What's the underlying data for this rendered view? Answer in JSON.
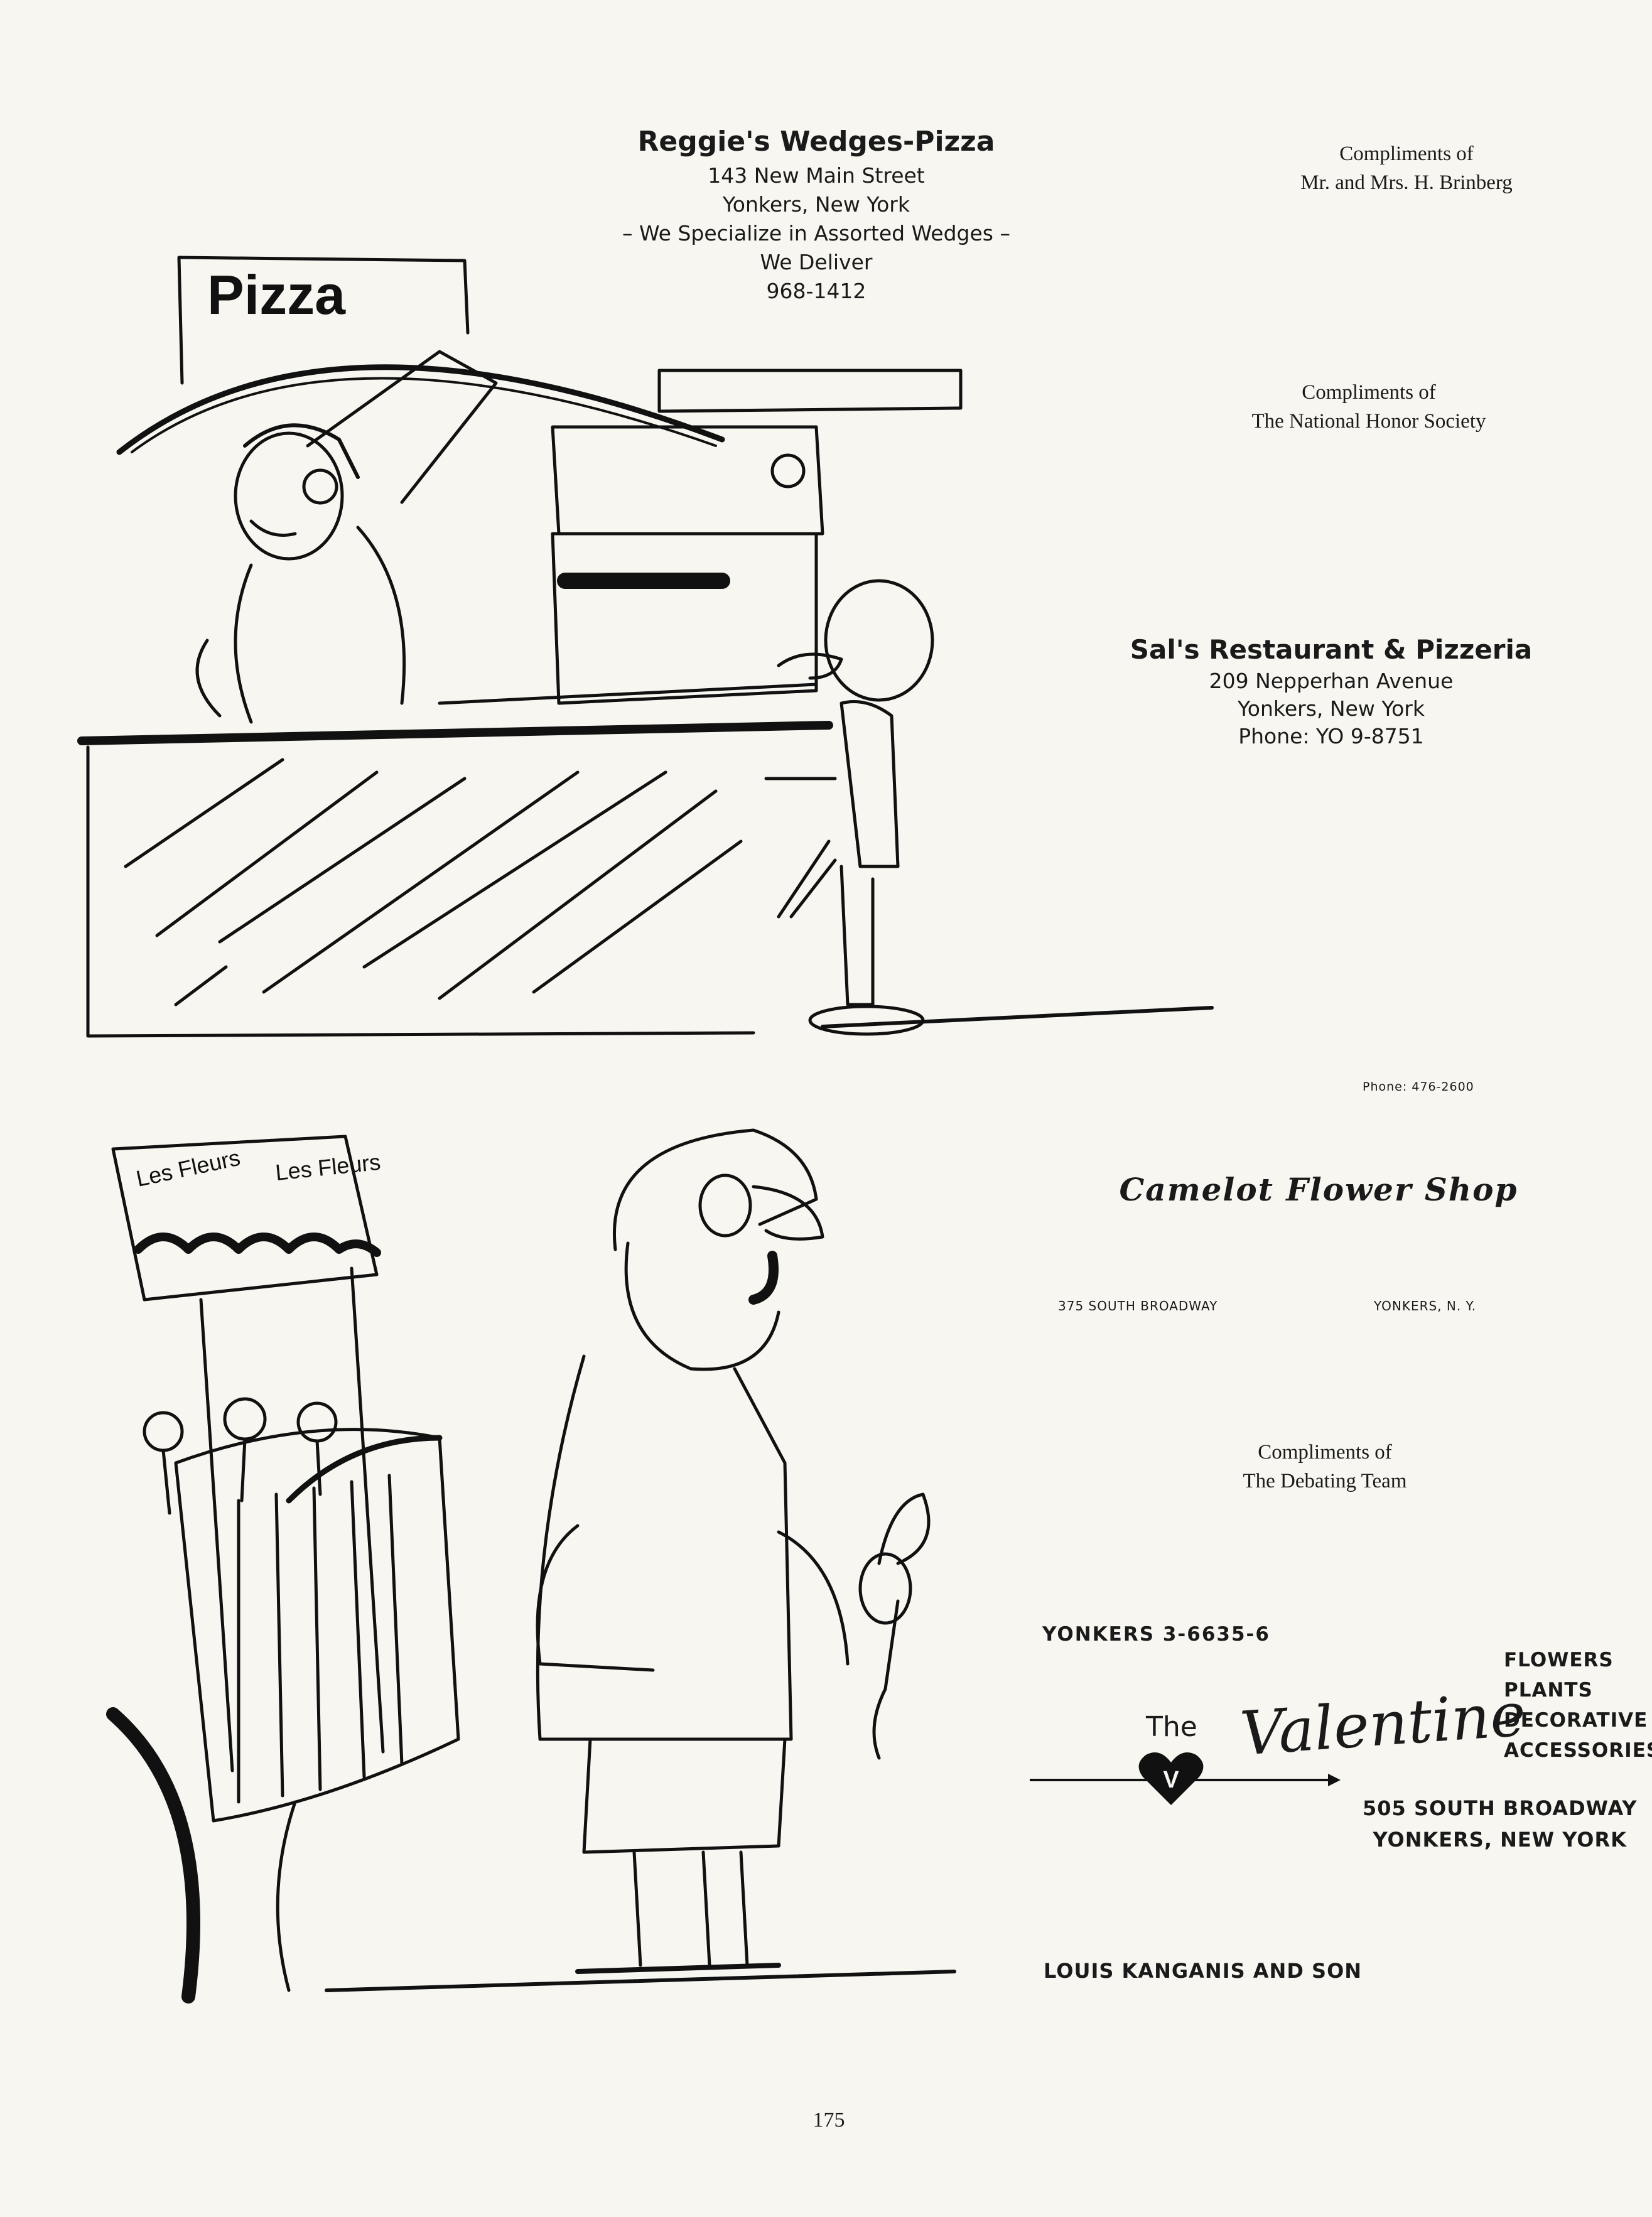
{
  "ads": {
    "reggies": {
      "name": "Reggie's Wedges-Pizza",
      "address": "143 New Main Street",
      "city": "Yonkers, New York",
      "slogan": "– We Specialize in Assorted Wedges –",
      "delivery": "We Deliver",
      "phone": "968-1412"
    },
    "brinberg": {
      "line1": "Compliments of",
      "line2": "Mr. and Mrs. H. Brinberg"
    },
    "honor_society": {
      "line1": "Compliments of",
      "line2": "The National Honor Society"
    },
    "sals": {
      "name": "Sal's Restaurant & Pizzeria",
      "address": "209 Nepperhan Avenue",
      "city": "Yonkers, New York",
      "phone": "Phone: YO 9-8751"
    },
    "camelot": {
      "phone": "Phone: 476-2600",
      "name": "Camelot Flower Shop",
      "address": "375 SOUTH BROADWAY",
      "city": "YONKERS, N. Y."
    },
    "debating": {
      "line1": "Compliments of",
      "line2": "The Debating Team"
    },
    "valentine": {
      "phone": "YONKERS 3-6635-6",
      "the": "The",
      "name": "Valentine",
      "logo_letter": "V",
      "services": [
        "FLOWERS",
        "PLANTS",
        "DECORATIVE",
        "ACCESSORIES"
      ],
      "address_line1": "505 SOUTH BROADWAY",
      "address_line2": "YONKERS, NEW YORK",
      "owner": "LOUIS KANGANIS AND SON"
    }
  },
  "illustrations": {
    "pizza_sign": "Pizza",
    "cart_awning": "Les Fleurs"
  },
  "page_number": "175"
}
